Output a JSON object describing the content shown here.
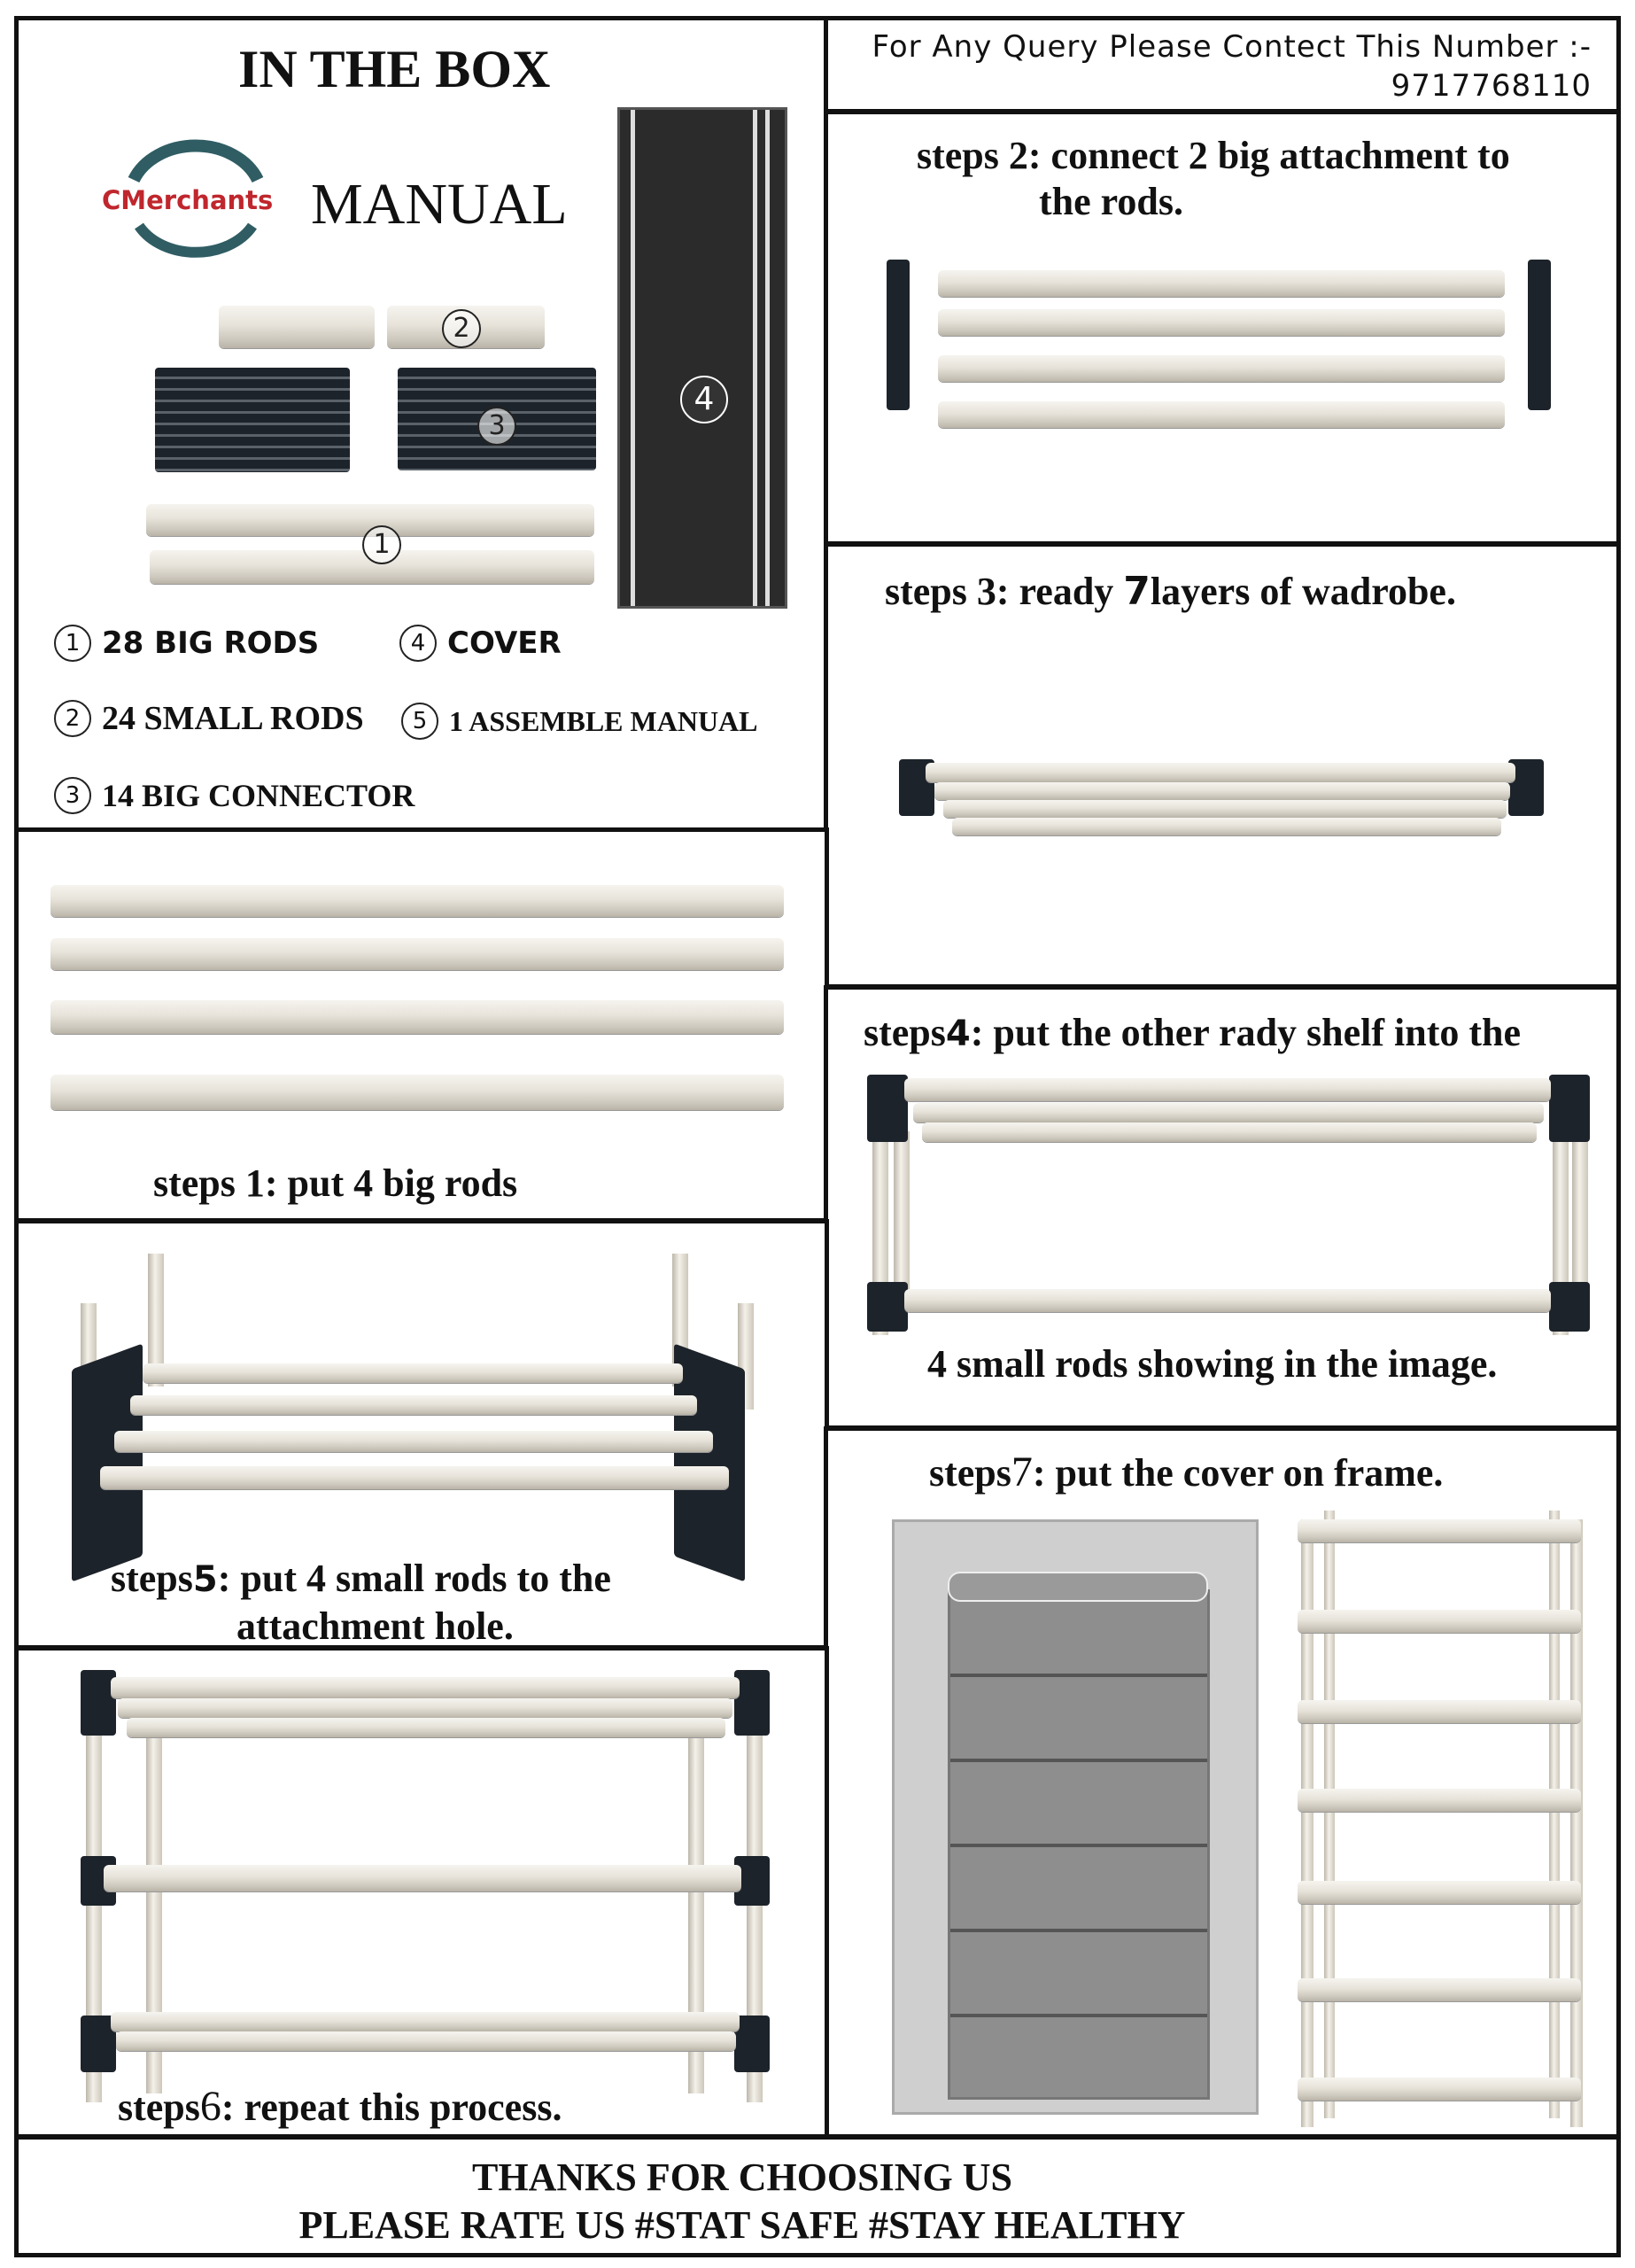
{
  "box": {
    "title": "IN THE BOX",
    "logo_text": "CMerchants",
    "manual_label": "MANUAL",
    "item_markers": [
      "1",
      "2",
      "3",
      "4"
    ],
    "legend": [
      {
        "num": "1",
        "text": "28 BIG RODS"
      },
      {
        "num": "4",
        "text": "COVER"
      },
      {
        "num": "2",
        "text": "24 SMALL RODS"
      },
      {
        "num": "5",
        "text": "1 ASSEMBLE MANUAL"
      },
      {
        "num": "3",
        "text": "14 BIG CONNECTOR"
      }
    ]
  },
  "contact": {
    "label": "For Any Query Please Contect This Number :-",
    "number": "9717768110"
  },
  "steps": {
    "s1": {
      "prefix": "steps",
      "num": " 1",
      "text": ": put 4 big rods"
    },
    "s2": {
      "prefix": "steps",
      "num": " 2",
      "text": ": connect 2 big attachment to",
      "text2": "the rods."
    },
    "s3": {
      "prefix": "steps",
      "num": " 3",
      "text": ": ready ",
      "num2": "7",
      "text2": "layers of wadrobe."
    },
    "s4": {
      "prefix": "steps",
      "num": "4",
      "text": ": put the other rady shelf into the",
      "text2": "4 small rods showing in the image."
    },
    "s5": {
      "prefix": "steps",
      "num": "5",
      "text": ": put 4 small rods to the",
      "text2": "attachment hole."
    },
    "s6": {
      "prefix": "steps",
      "num": "6",
      "text": ": repeat this process."
    },
    "s7": {
      "prefix": "steps",
      "num": "7",
      "text": ": put the cover on frame."
    }
  },
  "footer": {
    "line1": "THANKS FOR CHOOSING US",
    "line2": "PLEASE RATE US #STAT SAFE #STAY HEALTHY"
  },
  "colors": {
    "border": "#111111",
    "rod": "#e7e3da",
    "connector": "#1d232a",
    "cover": "#8e8e8e",
    "logo_red": "#c0262d",
    "logo_teal": "#2f5d63"
  }
}
